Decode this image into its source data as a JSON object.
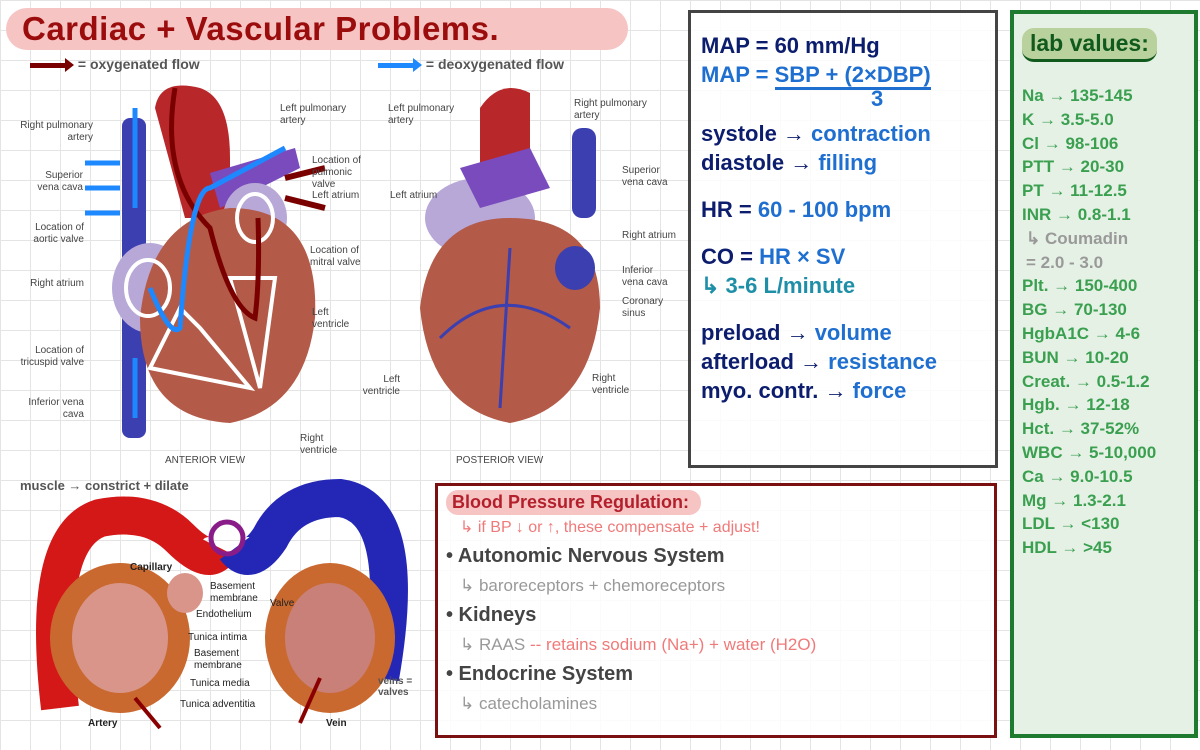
{
  "title": "Cardiac + Vascular Problems.",
  "legend": {
    "oxygenated": "= oxygenated flow",
    "deoxygenated": "= deoxygenated flow",
    "oxygenated_color": "#7a0000",
    "deoxygenated_color": "#1e88ff"
  },
  "anterior": {
    "view": "ANTERIOR VIEW",
    "labels": [
      "Right pulmonary artery",
      "Superior vena cava",
      "Location of aortic valve",
      "Right atrium",
      "Location of tricuspid valve",
      "Inferior vena cava",
      "Left pulmonary artery",
      "Location of pulmonic valve",
      "Left atrium",
      "Location of mitral valve",
      "Left ventricle",
      "Right ventricle"
    ]
  },
  "posterior": {
    "view": "POSTERIOR VIEW",
    "labels": [
      "Left pulmonary artery",
      "Left atrium",
      "Left ventricle",
      "Right pulmonary artery",
      "Superior vena cava",
      "Right atrium",
      "Inferior vena cava",
      "Coronary sinus",
      "Right ventricle"
    ]
  },
  "vessels": {
    "note": "muscle → constrict + dilate",
    "labels": [
      "Capillary",
      "Basement membrane",
      "Endothelium",
      "Valve",
      "Tunica intima",
      "Basement membrane",
      "Tunica media",
      "Tunica adventitia",
      "Artery",
      "Vein"
    ],
    "vein_note": "veins = valves"
  },
  "cardio": {
    "lines": [
      {
        "a": "MAP = ",
        "b": "60 mm/Hg"
      },
      {
        "a": "MAP = ",
        "b": "SBP + (2×DBP)"
      },
      {
        "a": "",
        "b": "3"
      },
      {
        "a": "systole → ",
        "b": "contraction"
      },
      {
        "a": "diastole → ",
        "b": "filling"
      },
      {
        "a": "HR = ",
        "b": "60 - 100 bpm"
      },
      {
        "a": "CO = ",
        "b": "HR × SV"
      },
      {
        "a": "",
        "b": "↳ 3-6 L/minute"
      },
      {
        "a": "preload → ",
        "b": "volume"
      },
      {
        "a": "afterload → ",
        "b": "resistance"
      },
      {
        "a": "myo. contr. → ",
        "b": "force"
      }
    ]
  },
  "bp": {
    "title": "Blood Pressure Regulation:",
    "note": "↳ if BP ↓ or ↑, these compensate + adjust!",
    "items": [
      {
        "head": "• Autonomic Nervous System",
        "sub": "↳ baroreceptors + chemoreceptors"
      },
      {
        "head": "• Kidneys",
        "sub": "↳ RAAS",
        "sub2": "-- retains sodium (Na+) + water (H2O)"
      },
      {
        "head": "• Endocrine System",
        "sub": "↳ catecholamines"
      }
    ]
  },
  "labs": {
    "title": "lab values:",
    "items": [
      "Na → 135-145",
      "K → 3.5-5.0",
      "Cl → 98-106",
      "PTT → 20-30",
      "PT → 11-12.5",
      "INR → 0.8-1.1",
      "↳ Coumadin",
      "= 2.0 - 3.0",
      "Plt. → 150-400",
      "BG → 70-130",
      "HgbA1C → 4-6",
      "BUN → 10-20",
      "Creat. → 0.5-1.2",
      "Hgb. → 12-18",
      "Hct. → 37-52%",
      "WBC → 5-10,000",
      "Ca → 9.0-10.5",
      "Mg → 1.3-2.1",
      "LDL → <130",
      "HDL → >45"
    ]
  }
}
